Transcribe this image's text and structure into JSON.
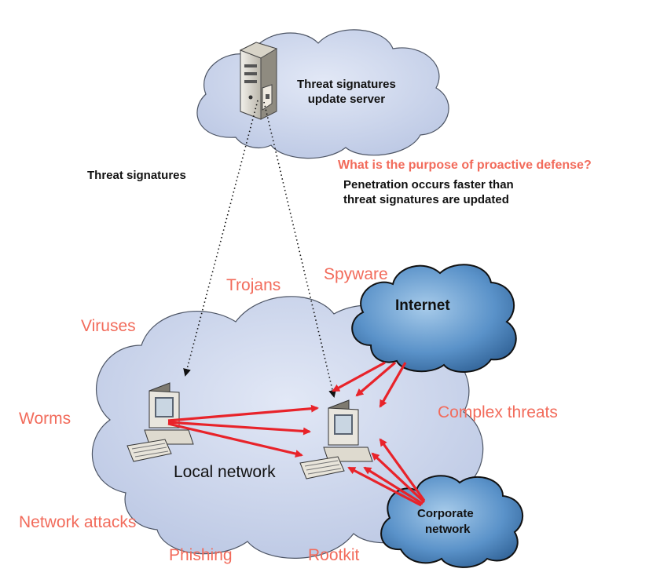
{
  "server": {
    "label": "Threat signatures\nupdate server"
  },
  "signatures_label": "Threat signatures",
  "question": {
    "title": "What is the purpose of proactive defense?",
    "answer_line1": "Penetration occurs faster than",
    "answer_line2": "threat signatures are updated"
  },
  "clouds": {
    "internet": "Internet",
    "corporate_line1": "Corporate",
    "corporate_line2": "network",
    "local": "Local network"
  },
  "threats": {
    "trojans": "Trojans",
    "spyware": "Spyware",
    "viruses": "Viruses",
    "worms": "Worms",
    "complex": "Complex threats",
    "network_attacks": "Network attacks",
    "phishing": "Phishing",
    "rootkit": "Rootkit"
  },
  "colors": {
    "threat_text": "#f26b5b",
    "arrow": "#e8232a",
    "local_cloud": "#c9d3ea",
    "storm_cloud": "#5e93c8"
  }
}
